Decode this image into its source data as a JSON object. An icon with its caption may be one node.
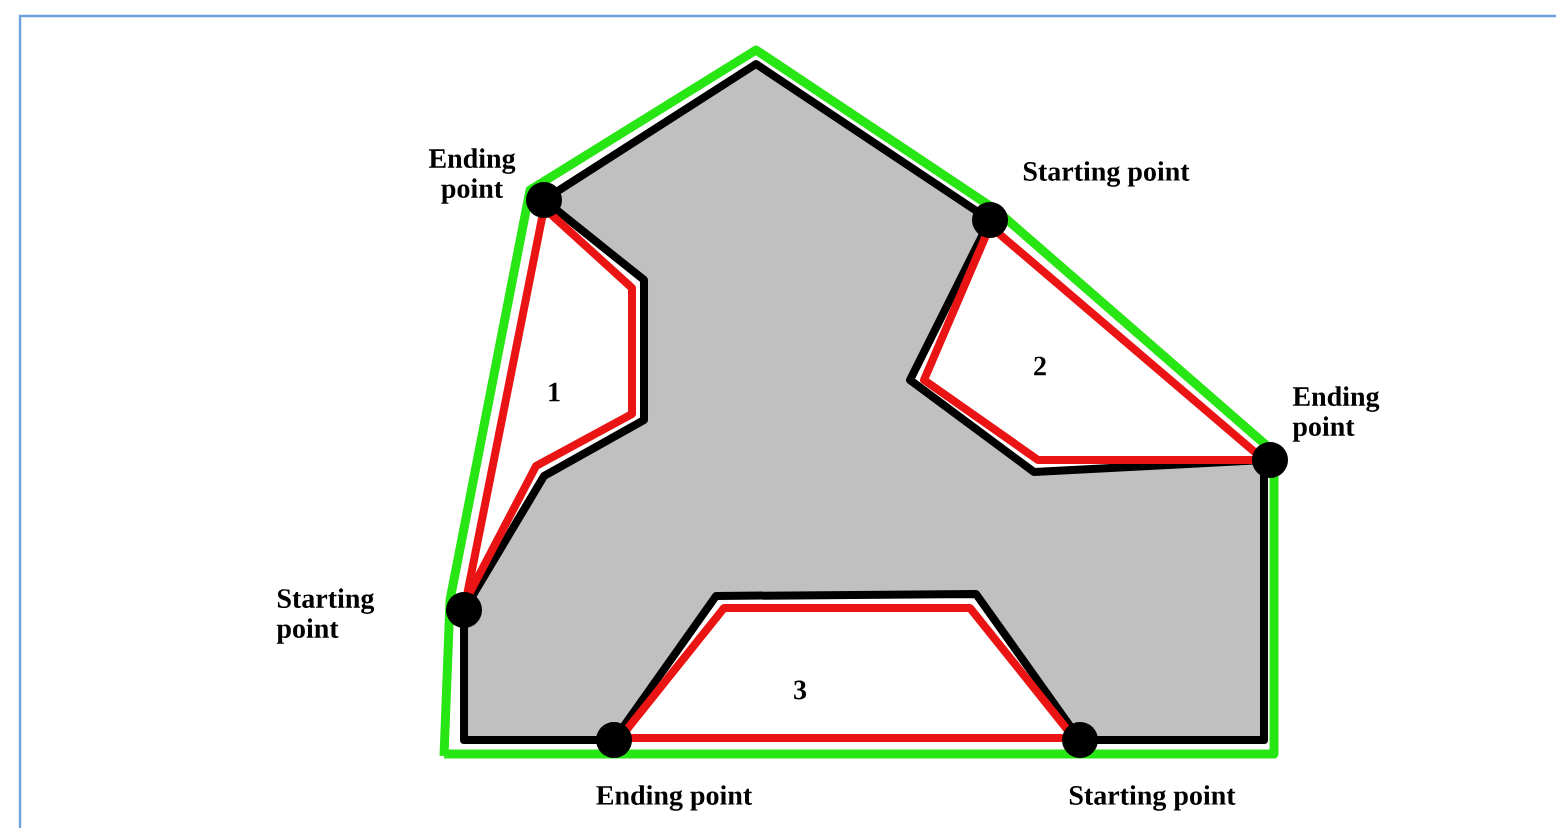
{
  "diagram": {
    "labels": [
      "Ending point",
      "Starting point",
      "1",
      "2",
      "Ending point",
      "Starting point",
      "3",
      "Ending point",
      "Starting point"
    ]
  }
}
